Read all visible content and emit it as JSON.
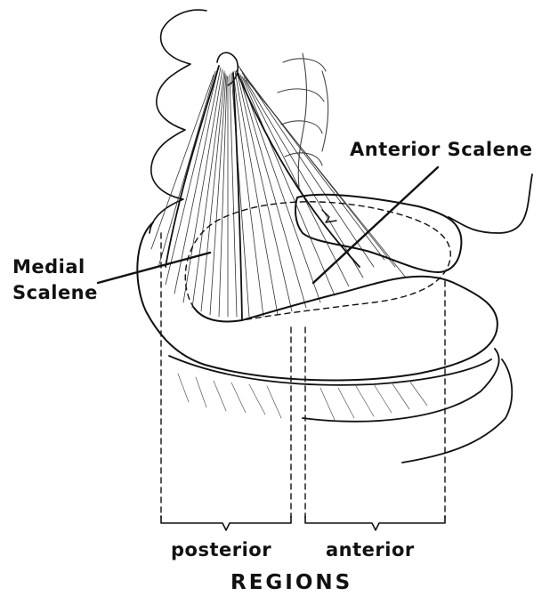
{
  "labels": {
    "anterior_scalene": "Anterior Scalene",
    "medial_scalene_line1": "Medial",
    "medial_scalene_line2": "Scalene",
    "posterior_region": "posterior",
    "anterior_region": "anterior",
    "regions_caption": "REGIONS"
  },
  "colors": {
    "ink": "#111111",
    "background": "#ffffff"
  }
}
